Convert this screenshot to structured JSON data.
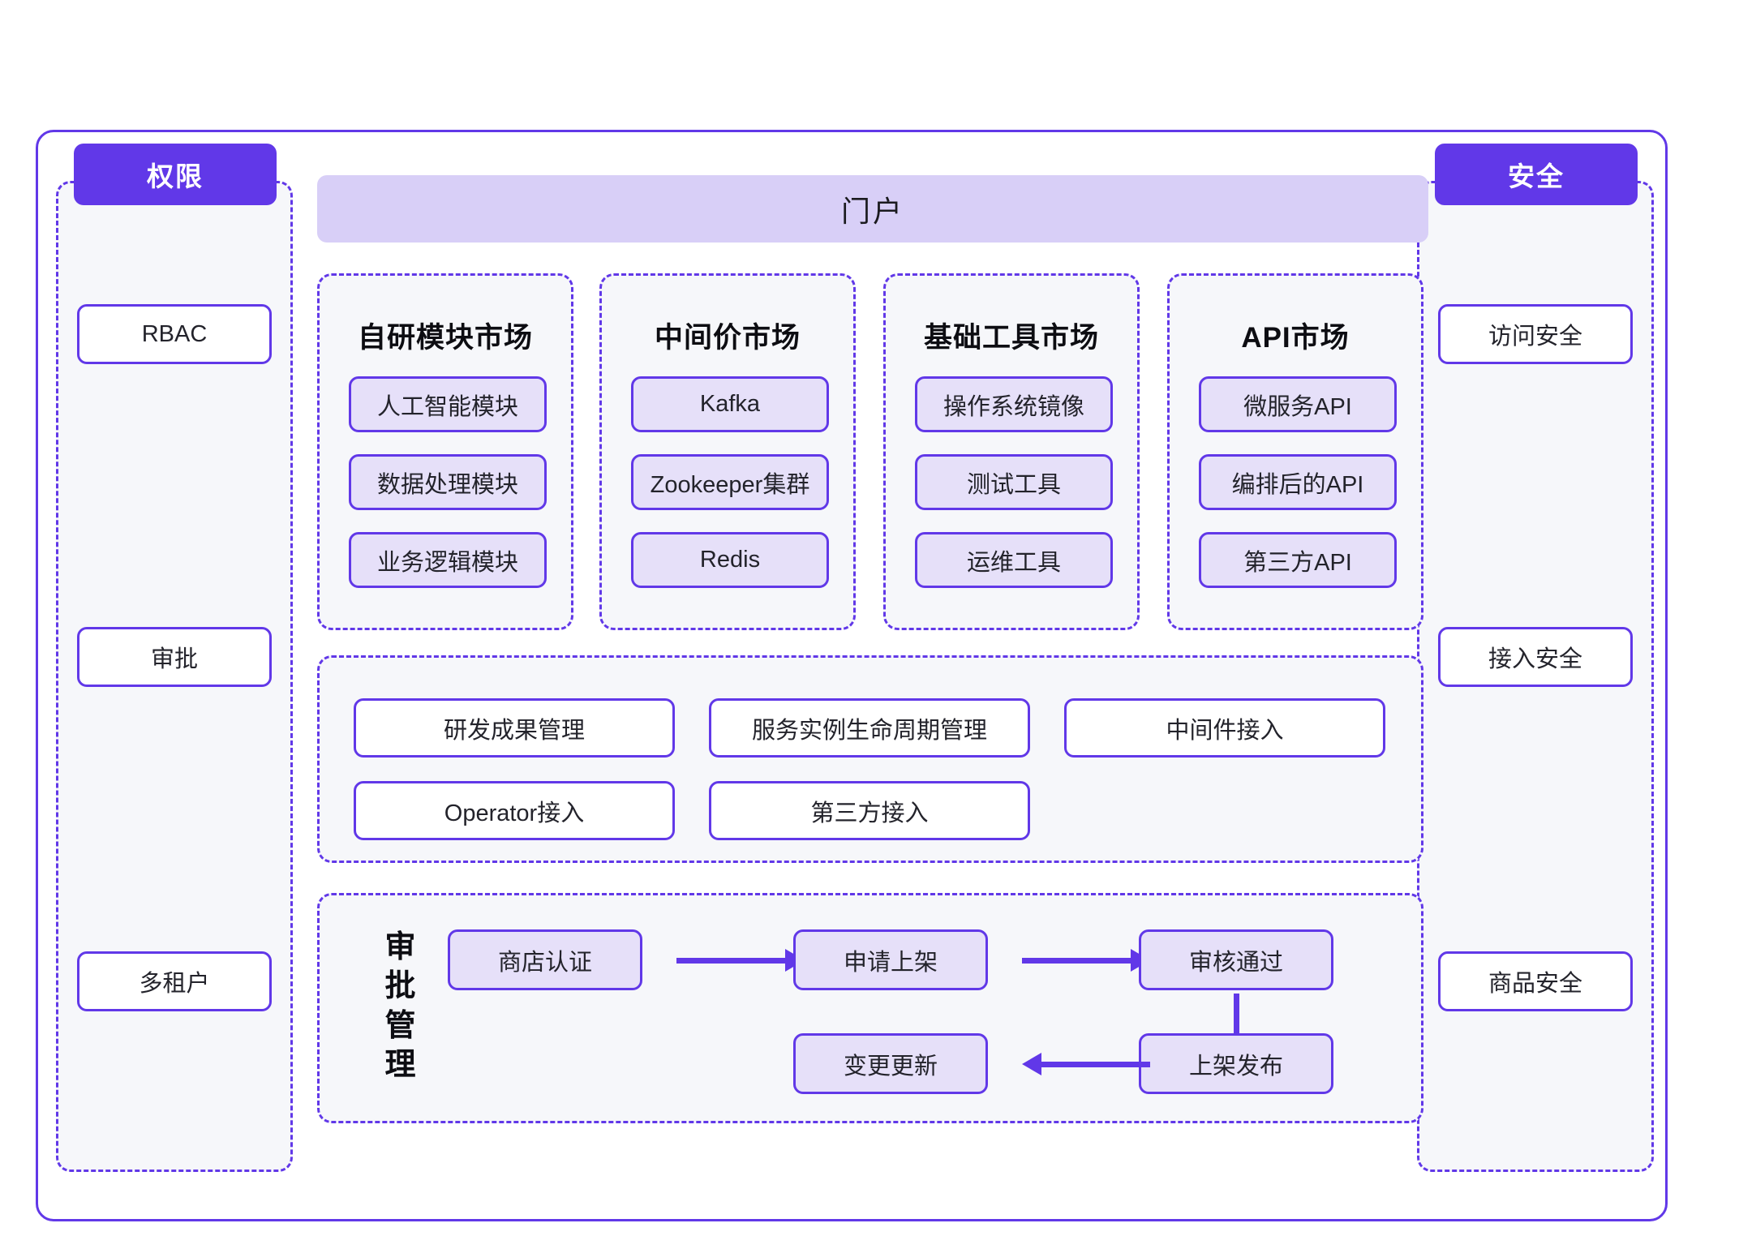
{
  "diagram": {
    "title": "",
    "colors": {
      "accent": "#6138e8",
      "badge_bg": "#6138e8",
      "badge_text": "#ffffff",
      "portal_bar_bg": "#d8cff7",
      "panel_bg": "#f6f7fa",
      "chip_lavender_bg": "#e6e0f9",
      "chip_white_bg": "#ffffff",
      "text": "#23232b"
    }
  },
  "portal": {
    "label": "门户"
  },
  "left_column": {
    "badge": "权限",
    "items": [
      {
        "label": "RBAC"
      },
      {
        "label": "审批"
      },
      {
        "label": "多租户"
      }
    ]
  },
  "right_column": {
    "badge": "安全",
    "items": [
      {
        "label": "访问安全"
      },
      {
        "label": "接入安全"
      },
      {
        "label": "商品安全"
      }
    ]
  },
  "markets": [
    {
      "title": "自研模块市场",
      "items": [
        "人工智能模块",
        "数据处理模块",
        "业务逻辑模块"
      ]
    },
    {
      "title": "中间价市场",
      "items": [
        "Kafka",
        "Zookeeper集群",
        "Redis"
      ]
    },
    {
      "title": "基础工具市场",
      "items": [
        "操作系统镜像",
        "测试工具",
        "运维工具"
      ]
    },
    {
      "title": "API市场",
      "items": [
        "微服务API",
        "编排后的API",
        "第三方API"
      ]
    }
  ],
  "management": {
    "row1": [
      "研发成果管理",
      "服务实例生命周期管理",
      "中间件接入"
    ],
    "row2": [
      "Operator接入",
      "第三方接入"
    ]
  },
  "approval": {
    "label": "审批管理",
    "steps": [
      {
        "id": "shop-cert",
        "label": "商店认证"
      },
      {
        "id": "apply-listing",
        "label": "申请上架"
      },
      {
        "id": "review-passed",
        "label": "审核通过"
      },
      {
        "id": "publish",
        "label": "上架发布"
      },
      {
        "id": "change-update",
        "label": "变更更新"
      }
    ],
    "arrows": [
      {
        "from": "商店认证",
        "to": "申请上架",
        "direction": "right"
      },
      {
        "from": "申请上架",
        "to": "审核通过",
        "direction": "right"
      },
      {
        "from": "审核通过",
        "to": "上架发布",
        "direction": "down"
      },
      {
        "from": "上架发布",
        "to": "变更更新",
        "direction": "left"
      }
    ]
  }
}
